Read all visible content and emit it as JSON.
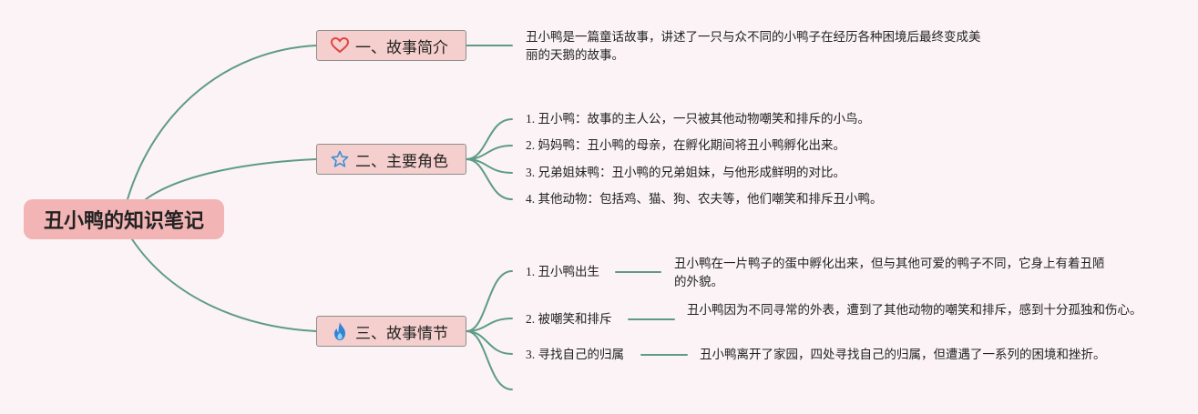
{
  "root": {
    "title": "丑小鸭的知识笔记"
  },
  "branches": [
    {
      "label": "一、故事简介",
      "icon": "heart-icon",
      "content": "丑小鸭是一篇童话故事，讲述了一只与众不同的小鸭子在经历各种困境后最终变成美丽的天鹅的故事。"
    },
    {
      "label": "二、主要角色",
      "icon": "star-icon",
      "items": [
        "1. 丑小鸭：故事的主人公，一只被其他动物嘲笑和排斥的小鸟。",
        "2. 妈妈鸭：丑小鸭的母亲，在孵化期间将丑小鸭孵化出来。",
        "3. 兄弟姐妹鸭：丑小鸭的兄弟姐妹，与他形成鲜明的对比。",
        "4. 其他动物：包括鸡、猫、狗、农夫等，他们嘲笑和排斥丑小鸭。"
      ]
    },
    {
      "label": "三、故事情节",
      "icon": "flame-icon",
      "items": [
        {
          "title": "1. 丑小鸭出生",
          "detail": "丑小鸭在一片鸭子的蛋中孵化出来，但与其他可爱的鸭子不同，它身上有着丑陋的外貌。"
        },
        {
          "title": "2. 被嘲笑和排斥",
          "detail": "丑小鸭因为不同寻常的外表，遭到了其他动物的嘲笑和排斥，感到十分孤独和伤心。"
        },
        {
          "title": "3. 寻找自己的归属",
          "detail": "丑小鸭离开了家园，四处寻找自己的归属，但遭遇了一系列的困境和挫折。"
        }
      ]
    }
  ],
  "colors": {
    "connector": "#5e9b86",
    "root_fill": "#f2b4b4",
    "branch_fill": "#f5cfcd",
    "heart": "#e0443e",
    "star": "#3b8fd6",
    "flame": "#2f86d6",
    "background": "#fbf3f6"
  }
}
